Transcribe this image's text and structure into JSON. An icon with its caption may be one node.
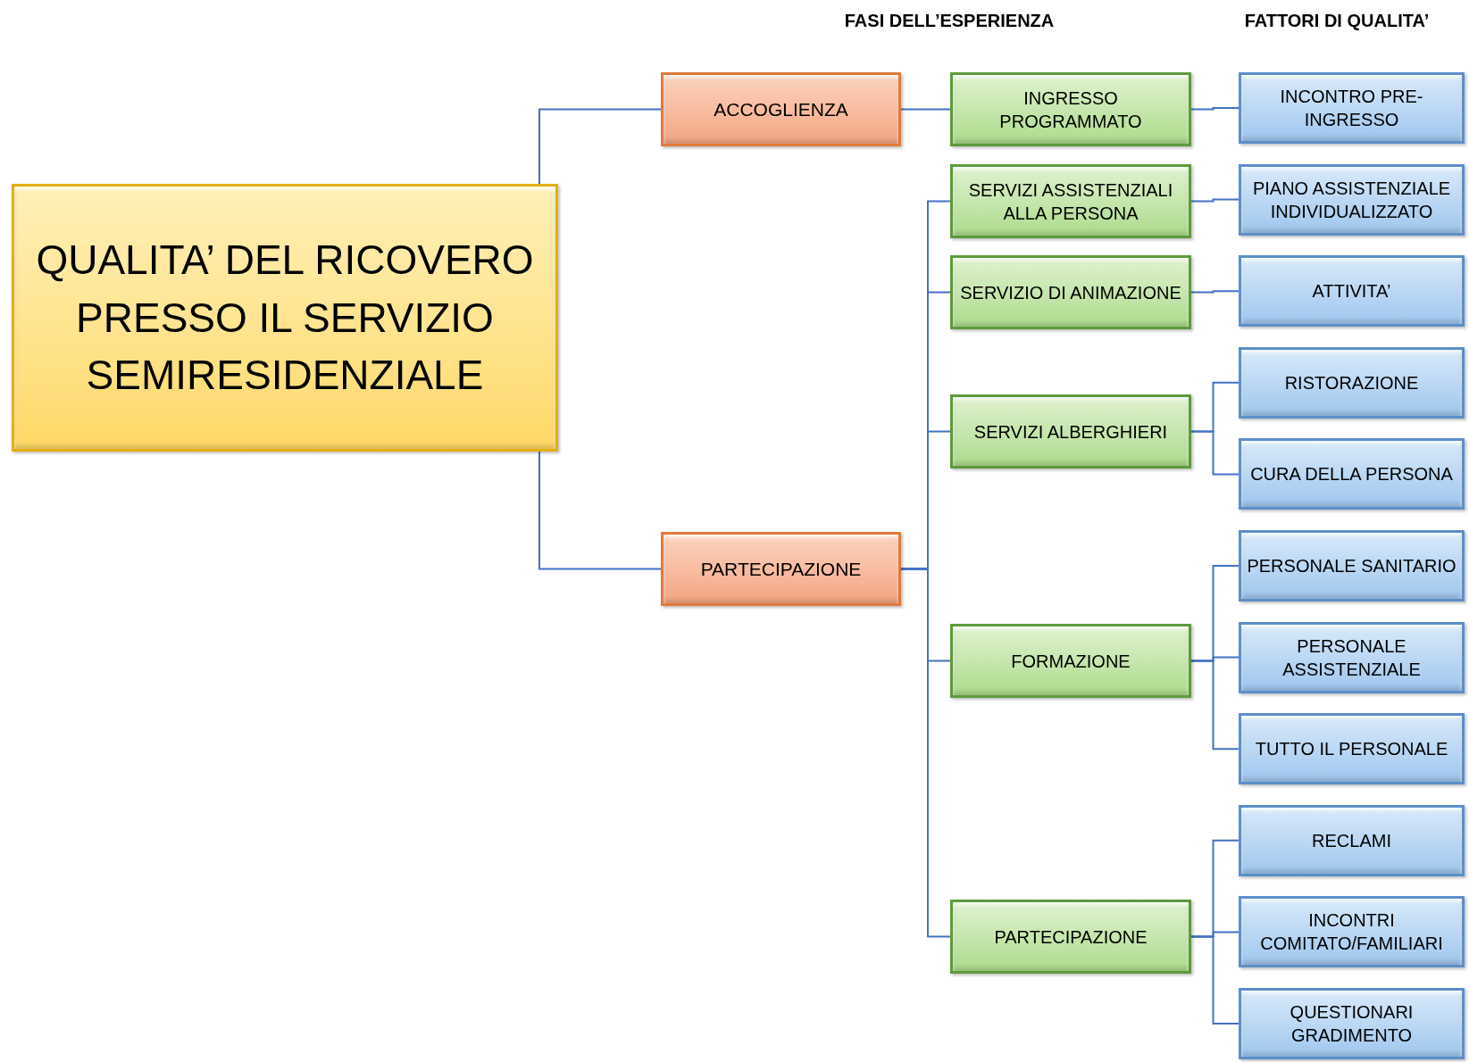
{
  "diagram": {
    "nodes": [
      {
        "text": [
          "QUALITA’ DEL RICOVERO PRESSO IL SERVIZIO SEMIRESIDENZIALE"
        ]
      },
      {
        "text": [
          "ACCOGLIENZA"
        ]
      },
      {
        "text": [
          "PARTECIPAZIONE"
        ]
      },
      {
        "text": [
          "INGRESSO PROGRAMMATO"
        ]
      },
      {
        "text": [
          "SERVIZI ASSISTENZIALI ALLA PERSONA"
        ]
      },
      {
        "text": [
          "SERVIZIO DI ANIMAZIONE"
        ]
      },
      {
        "text": [
          "SERVIZI ALBERGHIERI"
        ]
      },
      {
        "text": [
          "FORMAZIONE"
        ]
      },
      {
        "text": [
          "PARTECIPAZIONE"
        ]
      },
      {
        "text": [
          "INCONTRO PRE-INGRESSO"
        ]
      },
      {
        "text": [
          "PIANO ASSISTENZIALE INDIVIDUALIZZATO"
        ]
      },
      {
        "text": [
          "ATTIVITA’"
        ]
      },
      {
        "text": [
          "RISTORAZIONE"
        ]
      },
      {
        "text": [
          "CURA DELLA PERSONA"
        ]
      },
      {
        "text": [
          "PERSONALE SANITARIO"
        ]
      },
      {
        "text": [
          "PERSONALE ASSISTENZIALE"
        ]
      },
      {
        "text": [
          "TUTTO IL PERSONALE"
        ]
      },
      {
        "text": [
          "RECLAMI"
        ]
      },
      {
        "text": [
          "INCONTRI COMITATO/FAMILIARI"
        ]
      },
      {
        "text": [
          "QUESTIONARI GRADIMENTO"
        ]
      }
    ],
    "edges": [
      {
        "from": 0,
        "to": 1,
        "arrow": "none"
      },
      {
        "from": 0,
        "to": 2,
        "arrow": "none"
      },
      {
        "from": 1,
        "to": 3,
        "arrow": "none"
      },
      {
        "from": 2,
        "to": 4,
        "arrow": "none"
      },
      {
        "from": 2,
        "to": 5,
        "arrow": "none"
      },
      {
        "from": 2,
        "to": 6,
        "arrow": "none"
      },
      {
        "from": 2,
        "to": 7,
        "arrow": "none"
      },
      {
        "from": 2,
        "to": 8,
        "arrow": "none"
      },
      {
        "from": 3,
        "to": 9,
        "arrow": "none"
      },
      {
        "from": 4,
        "to": 10,
        "arrow": "none"
      },
      {
        "from": 5,
        "to": 11,
        "arrow": "none"
      },
      {
        "from": 6,
        "to": 12,
        "arrow": "none"
      },
      {
        "from": 6,
        "to": 13,
        "arrow": "none"
      },
      {
        "from": 7,
        "to": 14,
        "arrow": "none"
      },
      {
        "from": 7,
        "to": 15,
        "arrow": "none"
      },
      {
        "from": 7,
        "to": 16,
        "arrow": "none"
      },
      {
        "from": 8,
        "to": 17,
        "arrow": "none"
      },
      {
        "from": 8,
        "to": 18,
        "arrow": "none"
      },
      {
        "from": 8,
        "to": 19,
        "arrow": "none"
      }
    ],
    "labels": [
      "FASI DELL’ESPERIENZA",
      "FATTORI DI QUALITA’"
    ]
  }
}
